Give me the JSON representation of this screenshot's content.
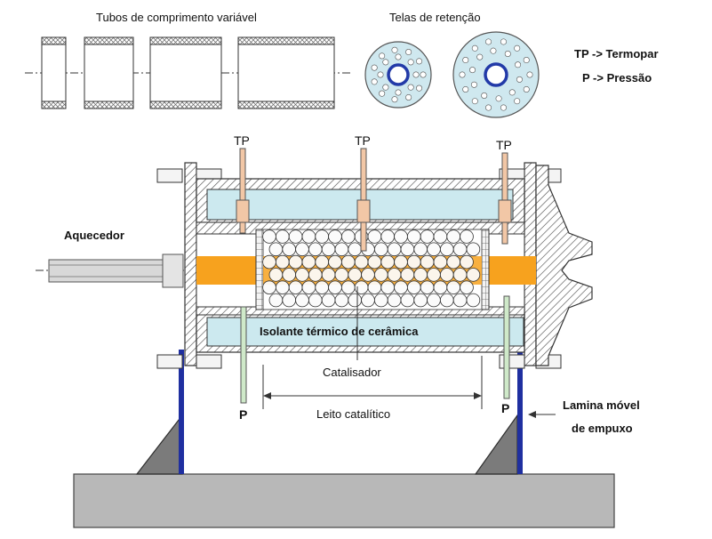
{
  "labels": {
    "tubes_title": "Tubos de comprimento variável",
    "screens_title": "Telas de retenção",
    "legend_tp": "TP -> Termopar",
    "legend_p": "P -> Pressão",
    "tp": "TP",
    "p": "P",
    "heater": "Aquecedor",
    "insulation": "Isolante térmico de cerâmica",
    "catalyst": "Catalisador",
    "bed": "Leito catalítico",
    "blade_line1": "Lamina móvel",
    "blade_line2": "de empuxo"
  },
  "colors": {
    "orange_bed": "#f7a21e",
    "insulation_fill": "#cce9ef",
    "screen_fill": "#cfe8ef",
    "thermocouple": "#f2c7a6",
    "pressure_tube": "#cfe9c9",
    "support_blue": "#1f2fa0",
    "base_gray": "#b8b8b8",
    "hub_blue": "#223aa8"
  }
}
